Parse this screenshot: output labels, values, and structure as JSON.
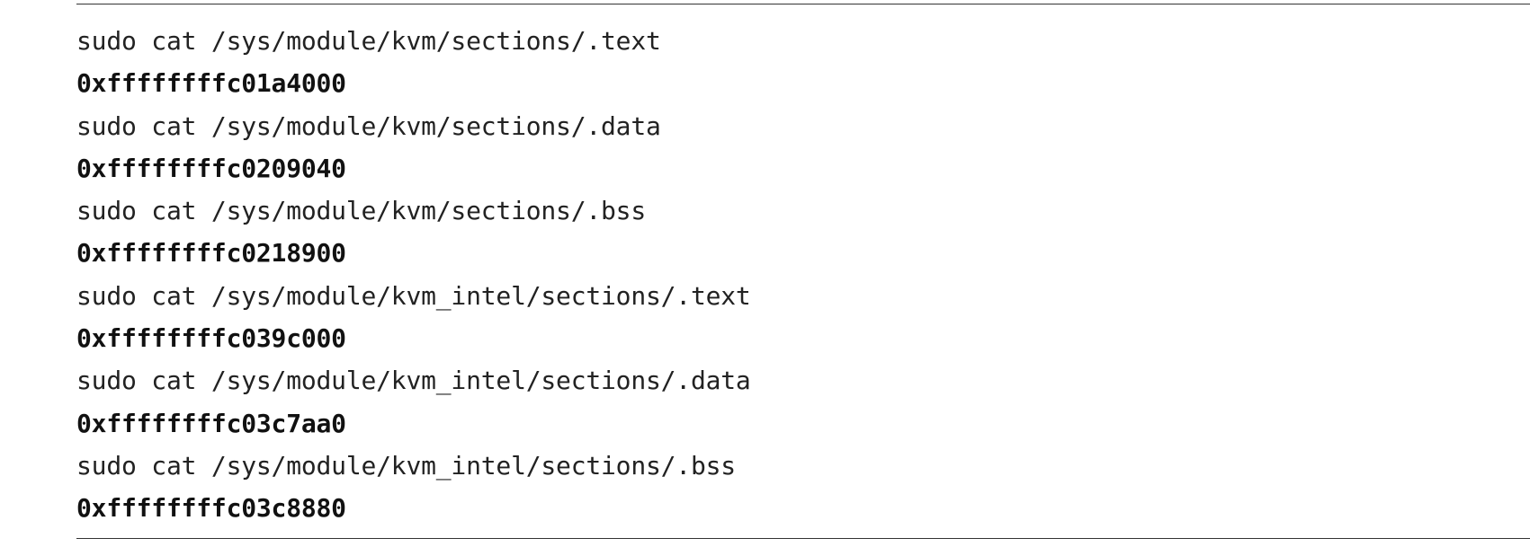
{
  "listing": {
    "lines": [
      {
        "kind": "command",
        "text": "sudo cat /sys/module/kvm/sections/.text"
      },
      {
        "kind": "output",
        "text": "0xffffffffc01a4000"
      },
      {
        "kind": "command",
        "text": "sudo cat /sys/module/kvm/sections/.data"
      },
      {
        "kind": "output",
        "text": "0xffffffffc0209040"
      },
      {
        "kind": "command",
        "text": "sudo cat /sys/module/kvm/sections/.bss"
      },
      {
        "kind": "output",
        "text": "0xffffffffc0218900"
      },
      {
        "kind": "command",
        "text": "sudo cat /sys/module/kvm_intel/sections/.text"
      },
      {
        "kind": "output",
        "text": "0xffffffffc039c000"
      },
      {
        "kind": "command",
        "text": "sudo cat /sys/module/kvm_intel/sections/.data"
      },
      {
        "kind": "output",
        "text": "0xffffffffc03c7aa0"
      },
      {
        "kind": "command",
        "text": "sudo cat /sys/module/kvm_intel/sections/.bss"
      },
      {
        "kind": "output",
        "text": "0xffffffffc03c8880"
      }
    ]
  }
}
